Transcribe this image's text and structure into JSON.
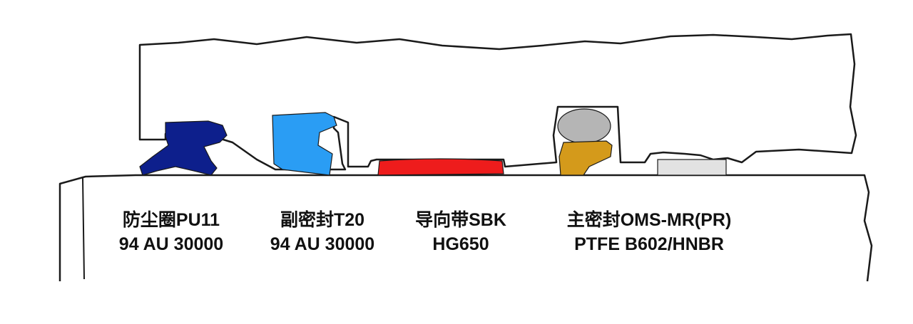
{
  "colors": {
    "outline": "#1a1a1a",
    "wiper": "#0d1f8c",
    "rod_seal": "#2a9df4",
    "guide_band": "#ee1c1c",
    "oring": "#b5b5b5",
    "ptfe_ring": "#d49a1b",
    "buffer": "#e2e2e2"
  },
  "components": [
    {
      "line1": "防尘圈PU11",
      "line2": "94 AU 30000",
      "icon": "wiper-seal-icon"
    },
    {
      "line1": "副密封T20",
      "line2": "94 AU 30000",
      "icon": "rod-seal-icon"
    },
    {
      "line1": "导向带SBK",
      "line2": "HG650",
      "icon": "guide-band-icon"
    },
    {
      "line1": "主密封OMS-MR(PR)",
      "line2": "PTFE B602/HNBR",
      "icon": "primary-seal-icon"
    }
  ]
}
